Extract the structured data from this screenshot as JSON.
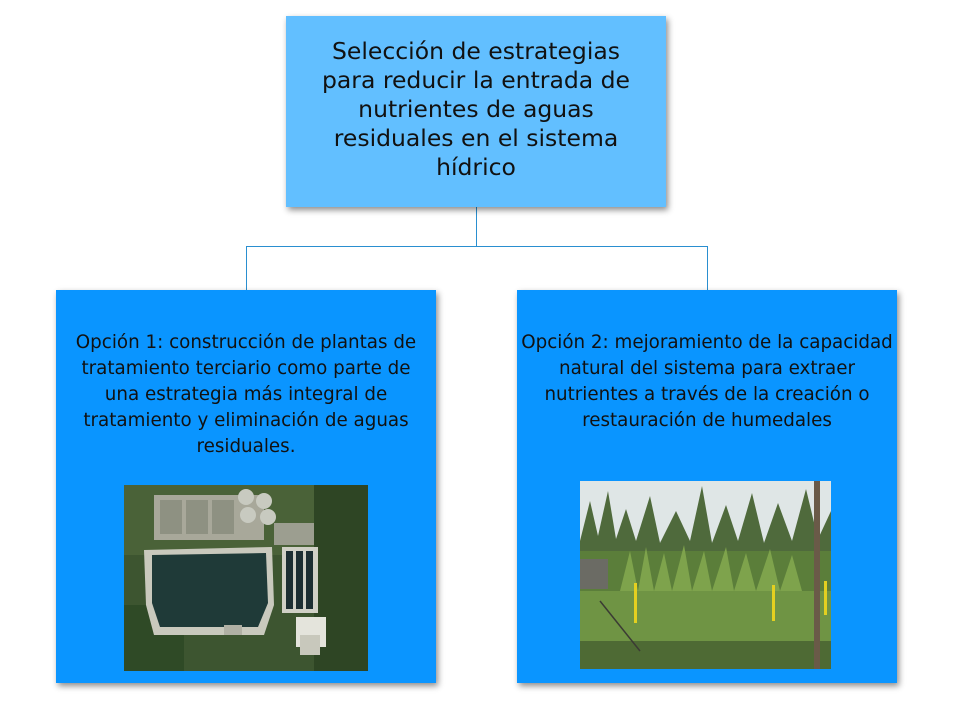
{
  "colors": {
    "root_fill": "#62bfff",
    "child_fill": "#0a95ff",
    "connector": "#2a8fd0"
  },
  "root": {
    "text": "Selección de estrategias para reducir la entrada de nutrientes de aguas residuales en el sistema hídrico"
  },
  "options": [
    {
      "text": "Opción 1: construcción de plantas de tratamiento terciario como parte de una estrategia más integral de tratamiento y eliminación de aguas residuales."
    },
    {
      "text": "Opción 2: mejoramiento de la capacidad natural del sistema para extraer nutrientes a través de la creación o restauración de humedales"
    }
  ]
}
